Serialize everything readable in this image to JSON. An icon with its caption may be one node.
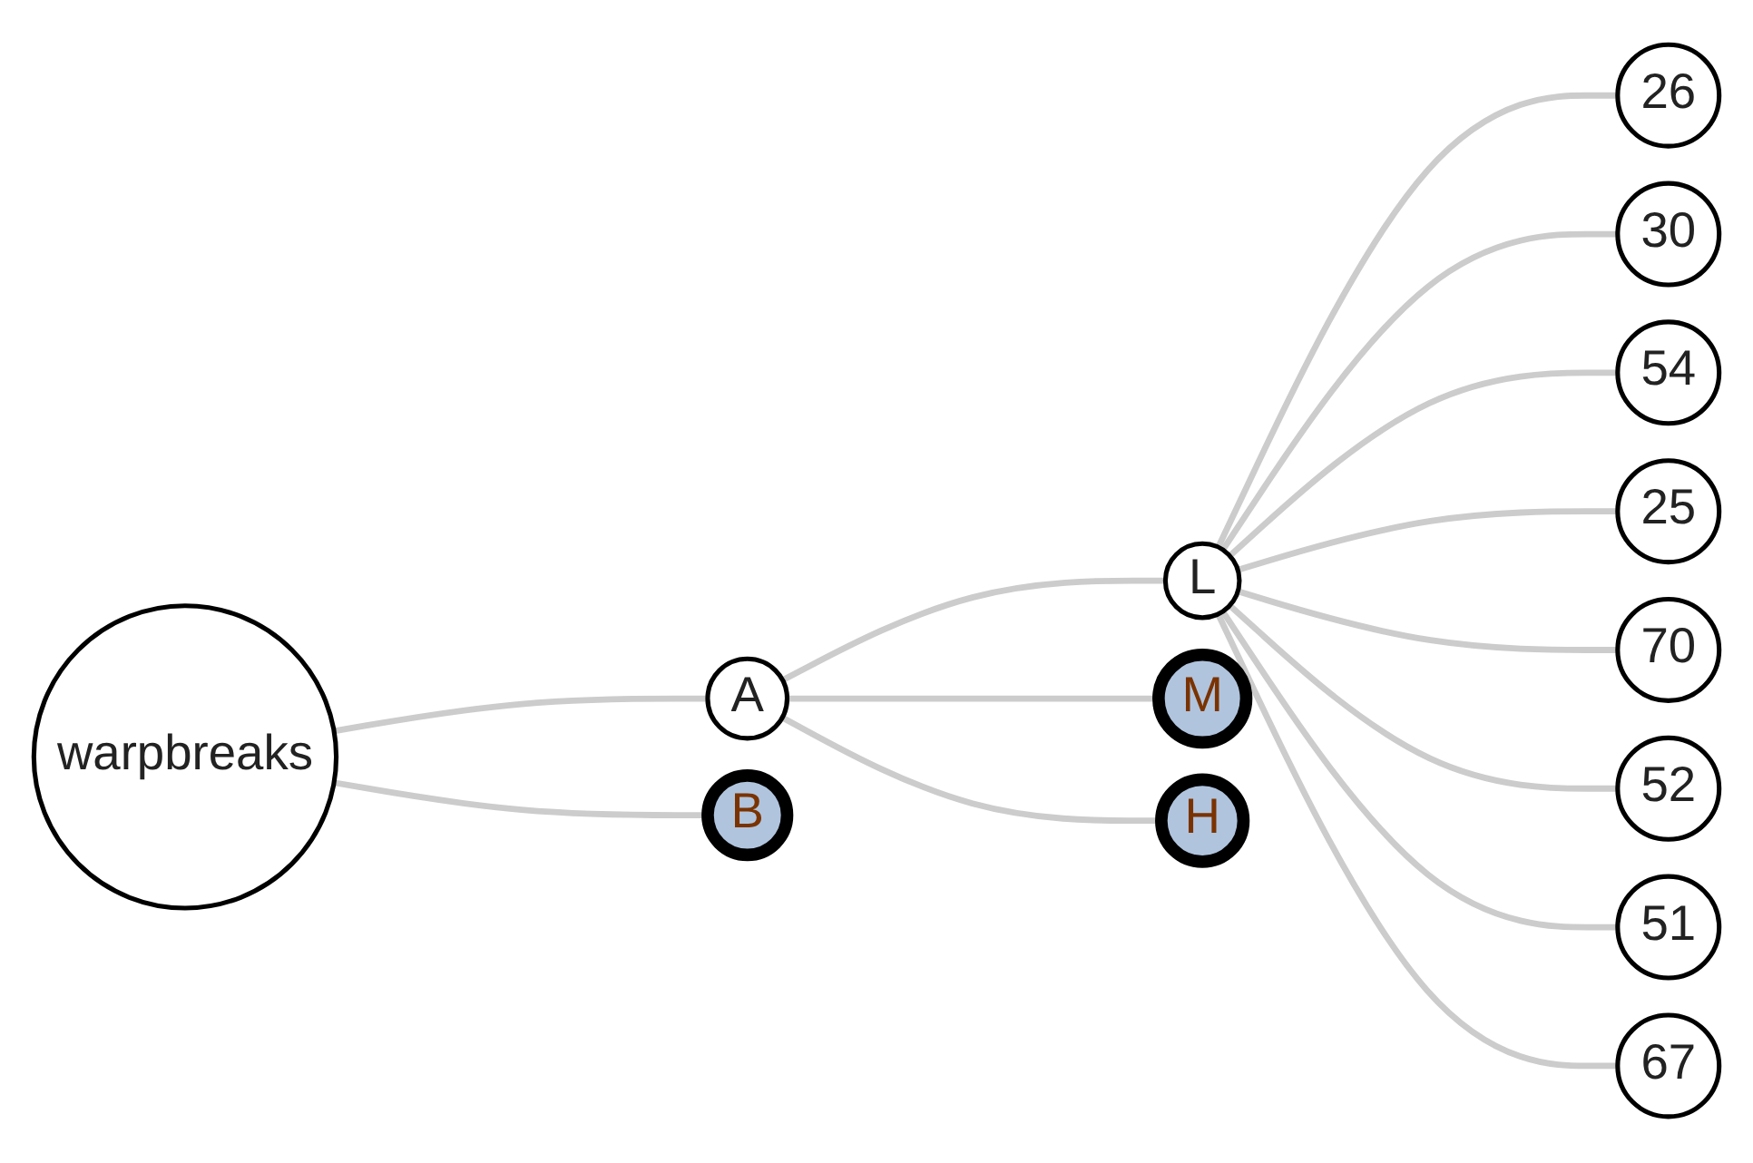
{
  "diagram": {
    "nodes": [
      {
        "text": [
          "warpbreaks"
        ]
      },
      {
        "text": [
          "A"
        ]
      },
      {
        "text": [
          "B"
        ]
      },
      {
        "text": [
          "L"
        ]
      },
      {
        "text": [
          "M"
        ]
      },
      {
        "text": [
          "H"
        ]
      },
      {
        "text": [
          "26"
        ]
      },
      {
        "text": [
          "30"
        ]
      },
      {
        "text": [
          "54"
        ]
      },
      {
        "text": [
          "25"
        ]
      },
      {
        "text": [
          "70"
        ]
      },
      {
        "text": [
          "52"
        ]
      },
      {
        "text": [
          "51"
        ]
      },
      {
        "text": [
          "67"
        ]
      }
    ],
    "edges": [
      {
        "from": 0,
        "to": 1,
        "arrow": "none"
      },
      {
        "from": 0,
        "to": 2,
        "arrow": "none"
      },
      {
        "from": 1,
        "to": 3,
        "arrow": "none"
      },
      {
        "from": 1,
        "to": 4,
        "arrow": "none"
      },
      {
        "from": 1,
        "to": 5,
        "arrow": "none"
      },
      {
        "from": 3,
        "to": 6,
        "arrow": "none"
      },
      {
        "from": 3,
        "to": 7,
        "arrow": "none"
      },
      {
        "from": 3,
        "to": 8,
        "arrow": "none"
      },
      {
        "from": 3,
        "to": 9,
        "arrow": "none"
      },
      {
        "from": 3,
        "to": 10,
        "arrow": "none"
      },
      {
        "from": 3,
        "to": 11,
        "arrow": "none"
      },
      {
        "from": 3,
        "to": 12,
        "arrow": "none"
      },
      {
        "from": 3,
        "to": 13,
        "arrow": "none"
      }
    ]
  }
}
